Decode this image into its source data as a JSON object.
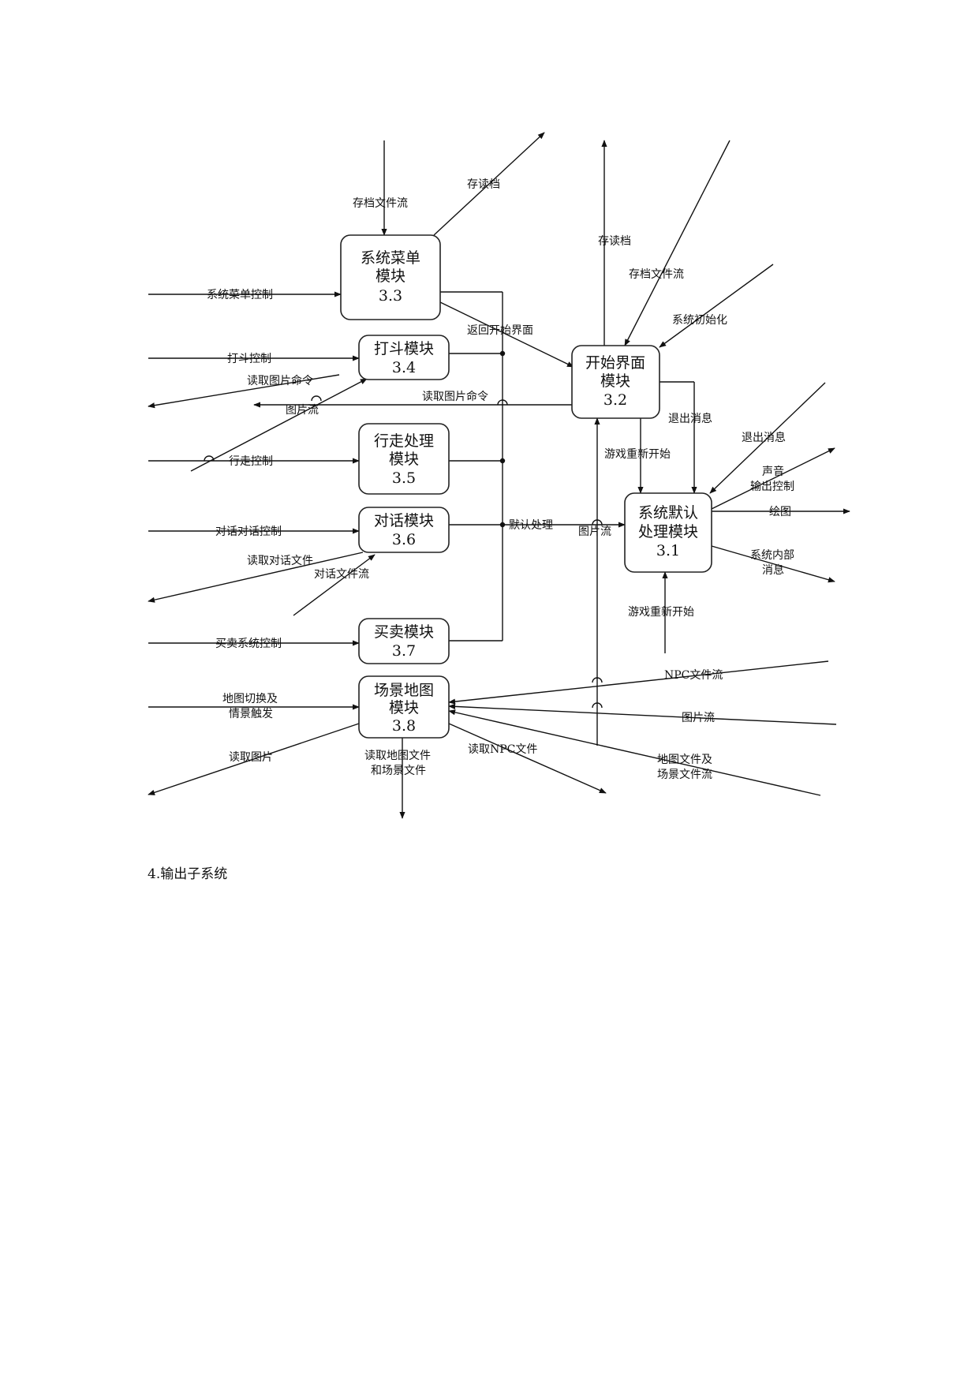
{
  "modules": {
    "m33": {
      "line1": "系统菜单",
      "line2": "模块",
      "id": "3.3"
    },
    "m34": {
      "line1": "打斗模块",
      "id": "3.4"
    },
    "m35": {
      "line1": "行走处理",
      "line2": "模块",
      "id": "3.5"
    },
    "m36": {
      "line1": "对话模块",
      "id": "3.6"
    },
    "m37": {
      "line1": "买卖模块",
      "id": "3.7"
    },
    "m38": {
      "line1": "场景地图",
      "line2": "模块",
      "id": "3.8"
    },
    "m32": {
      "line1": "开始界面",
      "line2": "模块",
      "id": "3.2"
    },
    "m31": {
      "line1": "系统默认",
      "line2": "处理模块",
      "id": "3.1"
    }
  },
  "flows": {
    "archive_file_stream": "存档文件流",
    "save_load": "存读档",
    "menu_control": "系统菜单控制",
    "return_start": "返回开始界面",
    "fight_control": "打斗控制",
    "read_image_cmd": "读取图片命令",
    "image_stream": "图片流",
    "walk_control": "行走控制",
    "dialog_control": "对话对话控制",
    "read_dialog_file": "读取对话文件",
    "dialog_file_stream": "对话文件流",
    "trade_control": "买卖系统控制",
    "map_switch_l1": "地图切换及",
    "map_switch_l2": "情景触发",
    "read_image": "读取图片",
    "read_map_l1": "读取地图文件",
    "read_map_l2": "和场景文件",
    "read_npc": "读取NPC文件",
    "map_stream_l1": "地图文件及",
    "map_stream_l2": "场景文件流",
    "npc_stream": "NPC文件流",
    "default_process": "默认处理",
    "system_init": "系统初始化",
    "exit_msg": "退出消息",
    "restart": "游戏重新开始",
    "sound_l1": "声音",
    "sound_l2": "输出控制",
    "draw": "绘图",
    "internal_l1": "系统内部",
    "internal_l2": "消息"
  },
  "section_heading": "4.输出子系统"
}
